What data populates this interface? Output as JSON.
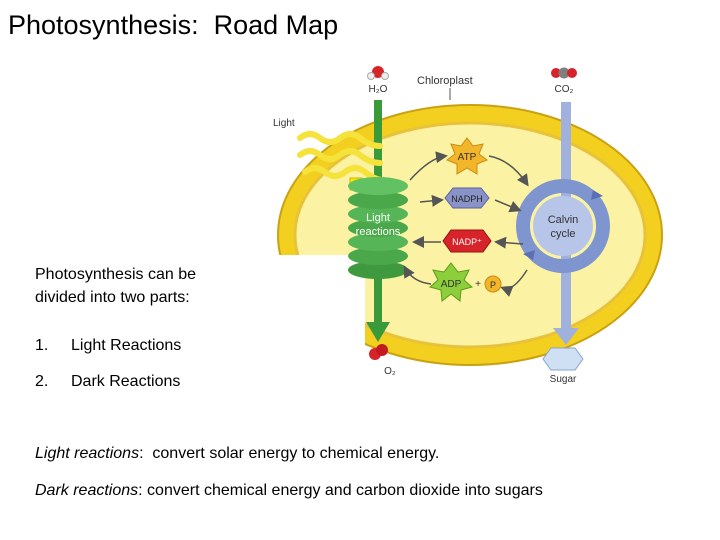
{
  "title": "Photosynthesis:  Road Map",
  "diagram": {
    "labels": {
      "water": "H₂O",
      "chloroplast": "Chloroplast",
      "co2": "CO₂",
      "light": "Light",
      "atp": "ATP",
      "nadph": "NADPH",
      "nadp": "NADP⁺",
      "adp": "ADP",
      "plus": "+",
      "p": "P",
      "light_reactions_1": "Light",
      "light_reactions_2": "reactions",
      "calvin_1": "Calvin",
      "calvin_2": "cycle",
      "oxygen": "O₂",
      "sugar": "Sugar"
    },
    "colors": {
      "outer_membrane": "#f3cf1f",
      "stroma": "#fbf3a3",
      "thylakoid": "#4aa84a",
      "calvin": "#7f95cf",
      "atp_star": "#f3b52a",
      "nadph_hex": "#8a93c7",
      "nadp_hex": "#d7232a",
      "adp_star": "#8ccf3a"
    }
  },
  "intro": {
    "line1": "Photosynthesis can be",
    "line2": "divided into two parts:"
  },
  "list": [
    {
      "num": "1.",
      "text": "Light Reactions"
    },
    {
      "num": "2.",
      "text": "Dark Reactions"
    }
  ],
  "definitions": [
    {
      "term": "Light reactions",
      "text": ":  convert solar energy to chemical energy."
    },
    {
      "term": "Dark reactions",
      "text": ": convert chemical energy and carbon dioxide into sugars"
    }
  ]
}
